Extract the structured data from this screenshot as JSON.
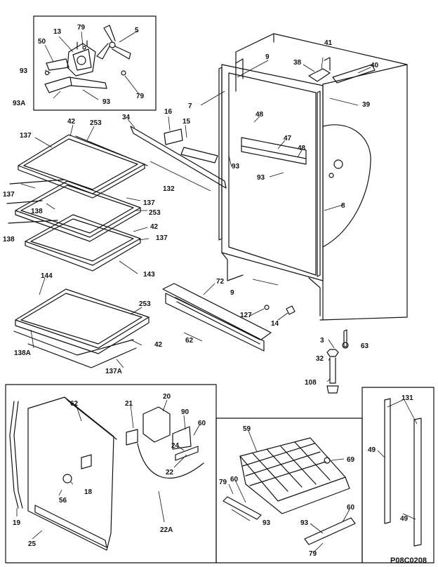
{
  "drawing_code": "P08C0208",
  "callouts": {
    "top_inset": [
      "13",
      "79",
      "5",
      "50",
      "93",
      "79",
      "93A",
      "93"
    ],
    "shelves": [
      "137",
      "42",
      "253",
      "137",
      "138",
      "137",
      "253",
      "42",
      "138",
      "137",
      "143",
      "144",
      "253",
      "42",
      "138A",
      "137A"
    ],
    "cabinet": [
      "34",
      "16",
      "15",
      "132",
      "9",
      "7",
      "48",
      "47",
      "48",
      "93",
      "93",
      "41",
      "38",
      "40",
      "39",
      "8",
      "72",
      "9",
      "127",
      "14",
      "62",
      "3",
      "63",
      "32",
      "108"
    ],
    "bottom_left_panel": [
      "62",
      "20",
      "21",
      "90",
      "60",
      "24",
      "22",
      "19",
      "18",
      "56",
      "22A",
      "25"
    ],
    "bottom_middle_basket": [
      "59",
      "69",
      "79",
      "60",
      "93",
      "93",
      "60",
      "79"
    ],
    "bottom_right_rails": [
      "131",
      "49",
      "49"
    ]
  }
}
